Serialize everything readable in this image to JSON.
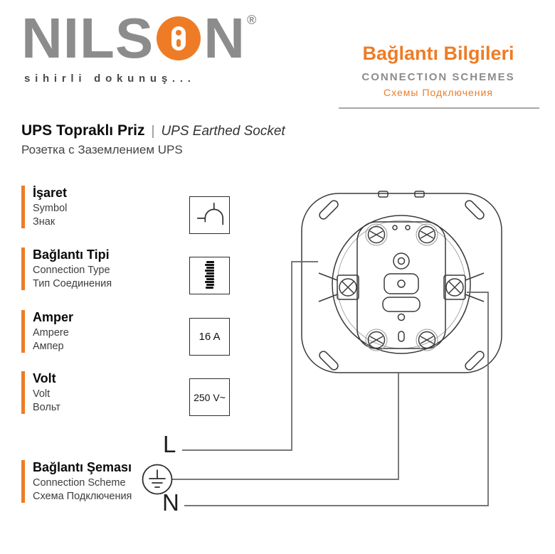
{
  "brand": {
    "logo_left": "NILS",
    "logo_right": "N",
    "registered": "®",
    "tagline": "sihirli dokunuş..."
  },
  "header": {
    "title_tr": "Bağlantı Bilgileri",
    "title_en": "CONNECTION SCHEMES",
    "title_ru": "Схемы Подключения"
  },
  "product": {
    "title_tr": "UPS Topraklı Priz",
    "divider": "|",
    "title_en": "UPS Earthed Socket",
    "title_ru": "Розетка с Заземлением UPS"
  },
  "specs": [
    {
      "tr": "İşaret",
      "en": "Symbol",
      "ru": "Знак",
      "value_type": "icon",
      "icon": "socket-symbol"
    },
    {
      "tr": "Bağlantı Tipi",
      "en": "Connection Type",
      "ru": "Тип Соединения",
      "value_type": "icon",
      "icon": "screw-terminal"
    },
    {
      "tr": "Amper",
      "en": "Ampere",
      "ru": "Ампер",
      "value": "16 A"
    },
    {
      "tr": "Volt",
      "en": "Volt",
      "ru": "Вольт",
      "value": "250 V~"
    }
  ],
  "scheme": {
    "tr": "Bağlantı Şeması",
    "en": "Connection Scheme",
    "ru": "Схема Подключения",
    "line_label": "L",
    "neutral_label": "N",
    "earth_icon": "earth-ground-symbol"
  },
  "colors": {
    "orange": "#EE7C26",
    "logo_gray": "#8C8C8C",
    "wire_gray": "#666666",
    "drawing_stroke": "#3A3A3A"
  }
}
